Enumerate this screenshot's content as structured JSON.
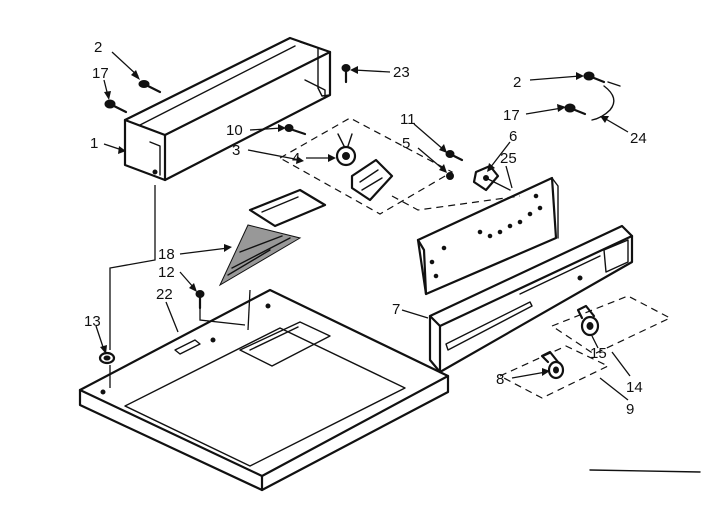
{
  "callouts": [
    {
      "id": "c1",
      "text": "1"
    },
    {
      "id": "c2a",
      "text": "2"
    },
    {
      "id": "c2b",
      "text": "2"
    },
    {
      "id": "c3",
      "text": "3"
    },
    {
      "id": "c4",
      "text": "4"
    },
    {
      "id": "c5",
      "text": "5"
    },
    {
      "id": "c6",
      "text": "6"
    },
    {
      "id": "c7",
      "text": "7"
    },
    {
      "id": "c8",
      "text": "8"
    },
    {
      "id": "c9",
      "text": "9"
    },
    {
      "id": "c10",
      "text": "10"
    },
    {
      "id": "c11",
      "text": "11"
    },
    {
      "id": "c12",
      "text": "12"
    },
    {
      "id": "c13",
      "text": "13"
    },
    {
      "id": "c14",
      "text": "14"
    },
    {
      "id": "c15",
      "text": "15"
    },
    {
      "id": "c17a",
      "text": "17"
    },
    {
      "id": "c17b",
      "text": "17"
    },
    {
      "id": "c18",
      "text": "18"
    },
    {
      "id": "c22",
      "text": "22"
    },
    {
      "id": "c23",
      "text": "23"
    },
    {
      "id": "c24",
      "text": "24"
    },
    {
      "id": "c25",
      "text": "25"
    }
  ]
}
